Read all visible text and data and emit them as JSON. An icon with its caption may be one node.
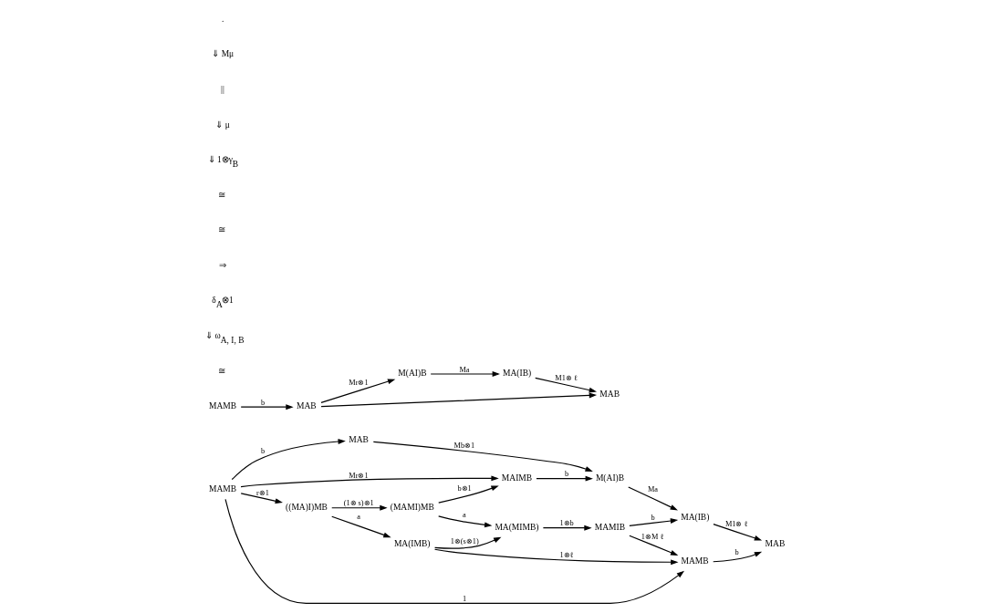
{
  "diagram": {
    "nodes": [
      {
        "text": [
          "MAB"
        ]
      },
      {
        "text": [
          "M(AI)B"
        ]
      },
      {
        "text": [
          "MA(IB)"
        ]
      },
      {
        "text": [
          "MAIMB"
        ]
      },
      {
        "text": [
          "(MAMI)MB"
        ]
      },
      {
        "text": [
          "MAMIB"
        ]
      },
      {
        "text": [
          "MAMB"
        ]
      },
      {
        "text": [
          "((MA)I)MB"
        ]
      },
      {
        "text": [
          "MA(MIMB)"
        ]
      },
      {
        "text": [
          "MA(IMB)"
        ]
      },
      {
        "text": [
          "MAB"
        ]
      },
      {
        "text": [
          "MAMB"
        ]
      },
      {
        "text": [
          "MAMB"
        ]
      },
      {
        "text": [
          "MAB"
        ]
      },
      {
        "text": [
          "M(AI)B"
        ]
      },
      {
        "text": [
          "MA(IB)"
        ]
      },
      {
        "text": [
          "MAB"
        ]
      }
    ],
    "edges": [
      {
        "from": 0,
        "to": 1,
        "arrow": "to",
        "label": "Mb⊗1"
      },
      {
        "from": 1,
        "to": 2,
        "arrow": "to",
        "label": "Ma"
      },
      {
        "from": 3,
        "to": 1,
        "arrow": "to",
        "label": "b"
      },
      {
        "from": 5,
        "to": 2,
        "arrow": "to",
        "label": "b"
      },
      {
        "from": 2,
        "to": 10,
        "arrow": "to",
        "label": "M1⊗ ℓ"
      },
      {
        "from": 6,
        "to": 0,
        "arrow": "to",
        "label": "b"
      },
      {
        "from": 6,
        "to": 3,
        "arrow": "to",
        "label": "Mr⊗1"
      },
      {
        "from": 4,
        "to": 3,
        "arrow": "to",
        "label": "b⊗1"
      },
      {
        "from": 6,
        "to": 7,
        "arrow": "to",
        "label": "r⊗1"
      },
      {
        "from": 7,
        "to": 4,
        "arrow": "to",
        "label": "(1⊗ s)⊗1"
      },
      {
        "from": 4,
        "to": 8,
        "arrow": "to",
        "label": "a"
      },
      {
        "from": 8,
        "to": 5,
        "arrow": "to",
        "label": "1⊗b"
      },
      {
        "from": 7,
        "to": 9,
        "arrow": "to",
        "label": "a"
      },
      {
        "from": 9,
        "to": 8,
        "arrow": "to",
        "label": "1⊗(s⊗1)"
      },
      {
        "from": 9,
        "to": 11,
        "arrow": "to",
        "label": "1⊗ℓ"
      },
      {
        "from": 5,
        "to": 11,
        "arrow": "to",
        "label": "1⊗M ℓ"
      },
      {
        "from": 11,
        "to": 10,
        "arrow": "to",
        "label": "b"
      },
      {
        "from": 6,
        "to": 11,
        "arrow": "to",
        "label": "1"
      },
      {
        "from": 12,
        "to": 13,
        "arrow": "to",
        "label": "b"
      },
      {
        "from": 13,
        "to": 14,
        "arrow": "to",
        "label": "Mr⊗1"
      },
      {
        "from": 14,
        "to": 15,
        "arrow": "to",
        "label": "Ma"
      },
      {
        "from": 15,
        "to": 16,
        "arrow": "to",
        "label": "M1⊗ ℓ"
      },
      {
        "from": 13,
        "to": 16,
        "arrow": "to"
      }
    ],
    "labels": [
      "≅",
      "⇓ ω$_{A, I, B}$",
      "δ$_{A}$⊗1",
      "⇒",
      "≅",
      "≅",
      "⇓ 1⊗γ$_{B}$",
      "⇓ μ",
      "||",
      "⇓ Mμ",
      "."
    ]
  }
}
